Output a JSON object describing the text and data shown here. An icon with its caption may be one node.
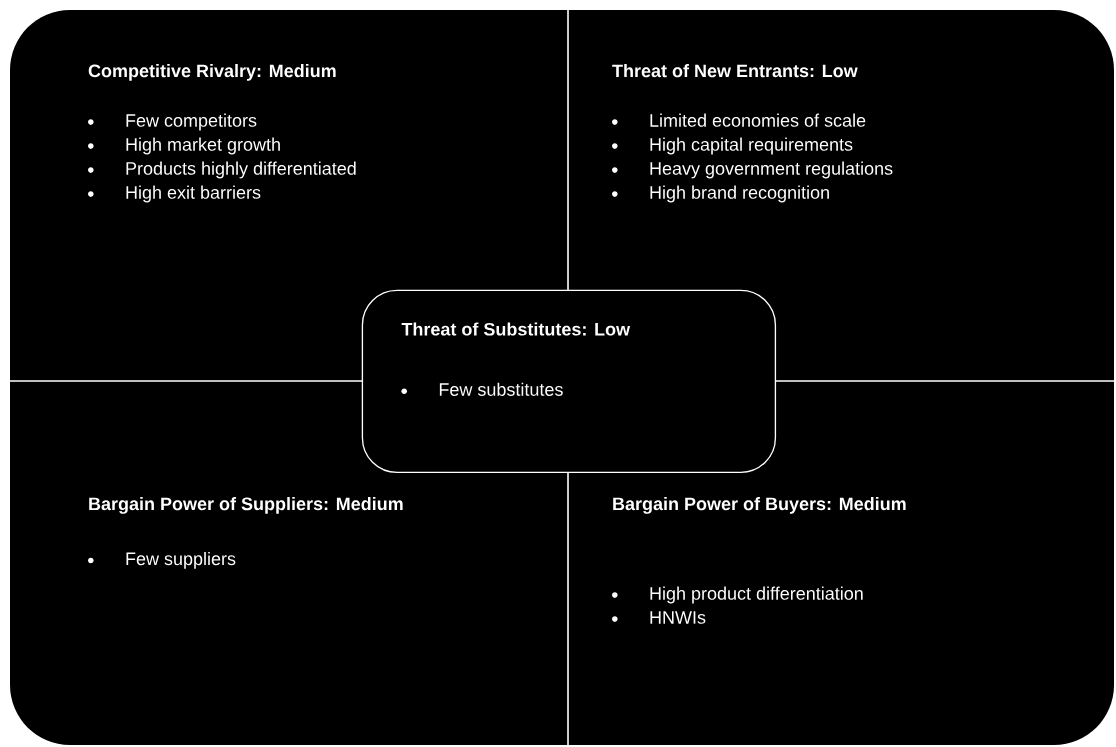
{
  "diagram": {
    "nodes": [
      {
        "text": [],
        "shape": "box"
      },
      {
        "text": [
          "Competitive Rivalry: Medium",
          "Few competitors",
          "High market growth",
          "Products highly differentiated",
          "High exit barriers"
        ],
        "in": 0
      },
      {
        "text": [
          "Threat of New Entrants: Low",
          "Limited economies of scale",
          "High capital requirements",
          "Heavy government regulations",
          "High brand recognition"
        ],
        "in": 0
      },
      {
        "text": [
          "Threat of Substitutes: Low",
          "Few substitutes"
        ],
        "in": 0
      },
      {
        "text": [
          "Bargain Power of Suppliers: Medium",
          "Few suppliers"
        ],
        "in": 0
      },
      {
        "text": [
          "Bargain Power of Buyers: Medium",
          "High product differentiation",
          "HNWIs"
        ],
        "in": 0
      }
    ]
  }
}
